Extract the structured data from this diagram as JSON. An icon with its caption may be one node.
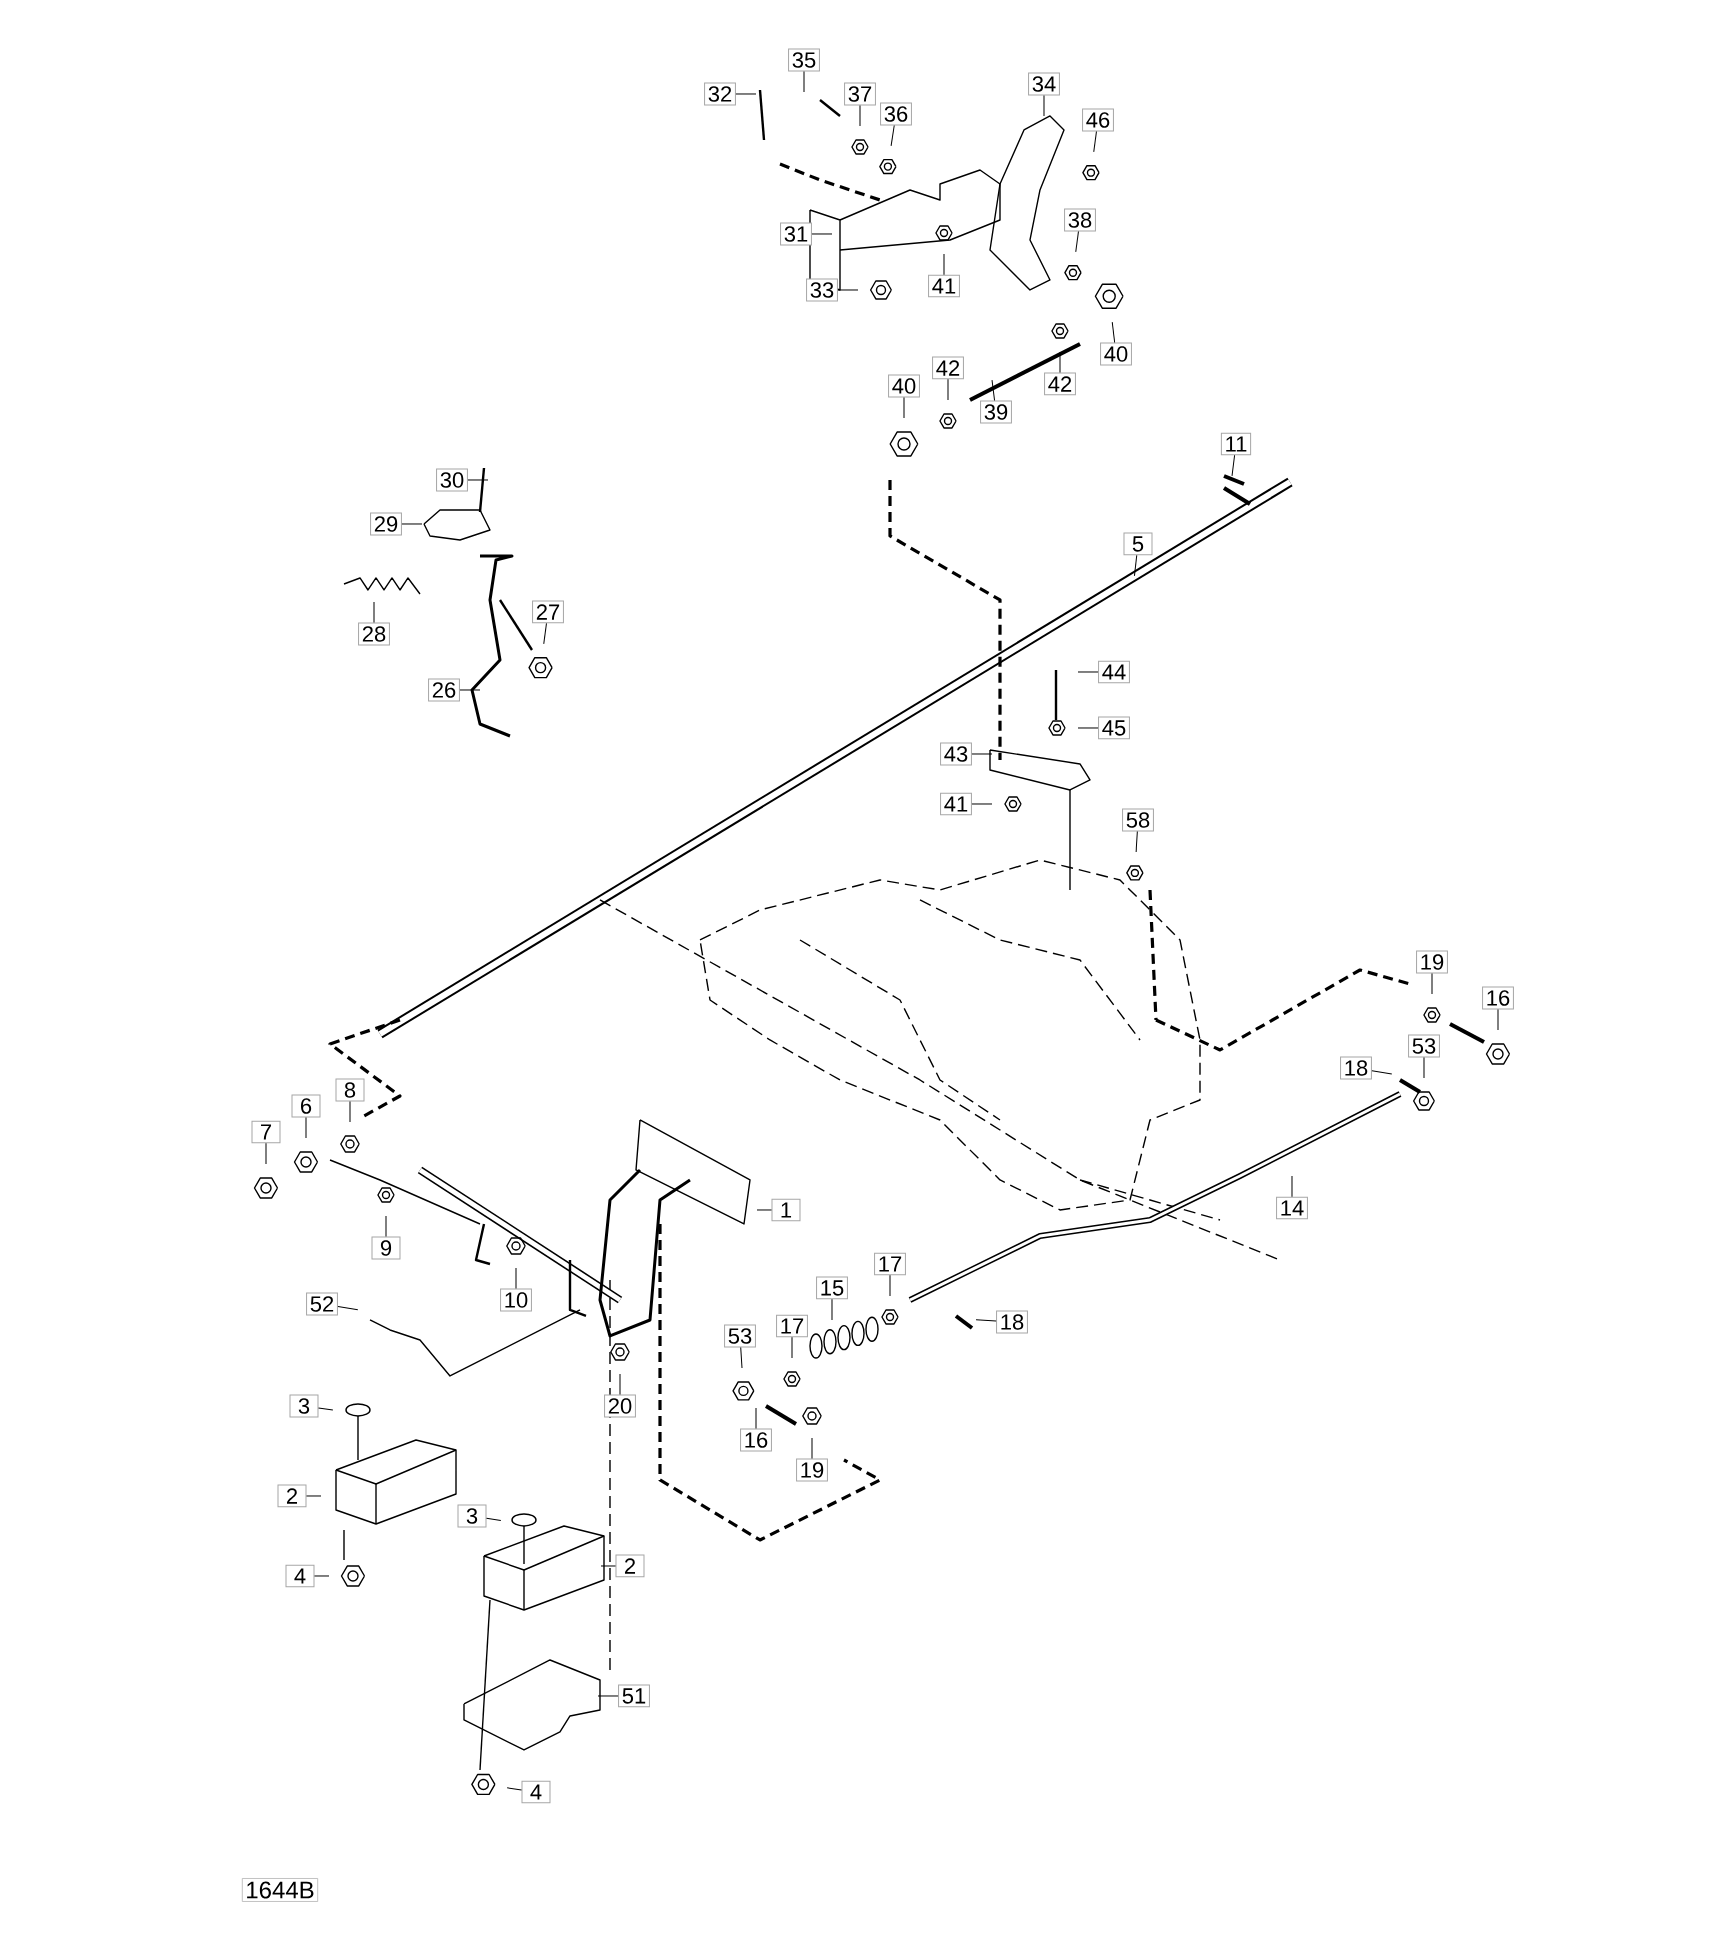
{
  "diagram": {
    "nodes": [
      {
        "text": [
          "32"
        ]
      },
      {
        "text": [
          "35"
        ]
      },
      {
        "text": [
          "37"
        ]
      },
      {
        "text": [
          "36"
        ]
      },
      {
        "text": [
          "34"
        ]
      },
      {
        "text": [
          "46"
        ]
      },
      {
        "text": [
          "38"
        ]
      },
      {
        "text": [
          "31"
        ]
      },
      {
        "text": [
          "33"
        ]
      },
      {
        "text": [
          "41"
        ]
      },
      {
        "text": [
          "40"
        ]
      },
      {
        "text": [
          "42"
        ]
      },
      {
        "text": [
          "39"
        ]
      },
      {
        "text": [
          "42"
        ]
      },
      {
        "text": [
          "40"
        ]
      },
      {
        "text": [
          "11"
        ]
      },
      {
        "text": [
          "30"
        ]
      },
      {
        "text": [
          "29"
        ]
      },
      {
        "text": [
          "5"
        ]
      },
      {
        "text": [
          "28"
        ]
      },
      {
        "text": [
          "27"
        ]
      },
      {
        "text": [
          "26"
        ]
      },
      {
        "text": [
          "44"
        ]
      },
      {
        "text": [
          "45"
        ]
      },
      {
        "text": [
          "43"
        ]
      },
      {
        "text": [
          "41"
        ]
      },
      {
        "text": [
          "58"
        ]
      },
      {
        "text": [
          "19"
        ]
      },
      {
        "text": [
          "16"
        ]
      },
      {
        "text": [
          "53"
        ]
      },
      {
        "text": [
          "18"
        ]
      },
      {
        "text": [
          "8"
        ]
      },
      {
        "text": [
          "6"
        ]
      },
      {
        "text": [
          "7"
        ]
      },
      {
        "text": [
          "1"
        ]
      },
      {
        "text": [
          "14"
        ]
      },
      {
        "text": [
          "9"
        ]
      },
      {
        "text": [
          "17"
        ]
      },
      {
        "text": [
          "15"
        ]
      },
      {
        "text": [
          "10"
        ]
      },
      {
        "text": [
          "52"
        ]
      },
      {
        "text": [
          "18"
        ]
      },
      {
        "text": [
          "17"
        ]
      },
      {
        "text": [
          "53"
        ]
      },
      {
        "text": [
          "20"
        ]
      },
      {
        "text": [
          "3"
        ]
      },
      {
        "text": [
          "16"
        ]
      },
      {
        "text": [
          "19"
        ]
      },
      {
        "text": [
          "2"
        ]
      },
      {
        "text": [
          "3"
        ]
      },
      {
        "text": [
          "2"
        ]
      },
      {
        "text": [
          "4"
        ]
      },
      {
        "text": [
          "51"
        ]
      },
      {
        "text": [
          "4"
        ]
      }
    ],
    "edges": [
      {
        "from": 0,
        "to": null,
        "arrow": "none"
      },
      {
        "from": 1,
        "to": null,
        "arrow": "none"
      },
      {
        "from": 2,
        "to": null,
        "arrow": "none"
      },
      {
        "from": 3,
        "to": null,
        "arrow": "none"
      },
      {
        "from": 4,
        "to": null,
        "arrow": "none"
      },
      {
        "from": 5,
        "to": null,
        "arrow": "none"
      },
      {
        "from": 6,
        "to": null,
        "arrow": "none"
      },
      {
        "from": 7,
        "to": null,
        "arrow": "none"
      },
      {
        "from": 8,
        "to": null,
        "arrow": "none"
      },
      {
        "from": 9,
        "to": null,
        "arrow": "none"
      },
      {
        "from": 10,
        "to": null,
        "arrow": "none"
      },
      {
        "from": 11,
        "to": null,
        "arrow": "none"
      },
      {
        "from": 12,
        "to": null,
        "arrow": "none"
      },
      {
        "from": 13,
        "to": null,
        "arrow": "none"
      },
      {
        "from": 14,
        "to": null,
        "arrow": "none"
      },
      {
        "from": 15,
        "to": null,
        "arrow": "none"
      },
      {
        "from": 16,
        "to": null,
        "arrow": "none"
      },
      {
        "from": 17,
        "to": null,
        "arrow": "none"
      },
      {
        "from": 18,
        "to": null,
        "arrow": "none"
      },
      {
        "from": 19,
        "to": null,
        "arrow": "none"
      },
      {
        "from": 20,
        "to": null,
        "arrow": "none"
      },
      {
        "from": 21,
        "to": null,
        "arrow": "none"
      },
      {
        "from": 22,
        "to": null,
        "arrow": "none"
      },
      {
        "from": 23,
        "to": null,
        "arrow": "none"
      },
      {
        "from": 24,
        "to": null,
        "arrow": "none"
      },
      {
        "from": 25,
        "to": null,
        "arrow": "none"
      },
      {
        "from": 26,
        "to": null,
        "arrow": "none"
      },
      {
        "from": 27,
        "to": null,
        "arrow": "none"
      },
      {
        "from": 28,
        "to": null,
        "arrow": "none"
      },
      {
        "from": 29,
        "to": null,
        "arrow": "none"
      },
      {
        "from": 30,
        "to": null,
        "arrow": "none"
      },
      {
        "from": 31,
        "to": null,
        "arrow": "none"
      },
      {
        "from": 32,
        "to": null,
        "arrow": "none"
      },
      {
        "from": 33,
        "to": null,
        "arrow": "none"
      },
      {
        "from": 34,
        "to": null,
        "arrow": "none"
      },
      {
        "from": 35,
        "to": null,
        "arrow": "none"
      },
      {
        "from": 36,
        "to": null,
        "arrow": "none"
      },
      {
        "from": 37,
        "to": null,
        "arrow": "none"
      },
      {
        "from": 38,
        "to": null,
        "arrow": "none"
      },
      {
        "from": 39,
        "to": null,
        "arrow": "none"
      },
      {
        "from": 40,
        "to": null,
        "arrow": "none"
      },
      {
        "from": 41,
        "to": null,
        "arrow": "none"
      },
      {
        "from": 42,
        "to": null,
        "arrow": "none"
      },
      {
        "from": 43,
        "to": null,
        "arrow": "none"
      },
      {
        "from": 44,
        "to": null,
        "arrow": "none"
      },
      {
        "from": 45,
        "to": null,
        "arrow": "none"
      },
      {
        "from": 46,
        "to": null,
        "arrow": "none"
      },
      {
        "from": 47,
        "to": null,
        "arrow": "none"
      },
      {
        "from": 48,
        "to": null,
        "arrow": "none"
      },
      {
        "from": 49,
        "to": null,
        "arrow": "none"
      },
      {
        "from": 50,
        "to": null,
        "arrow": "none"
      },
      {
        "from": 51,
        "to": null,
        "arrow": "none"
      },
      {
        "from": 52,
        "to": null,
        "arrow": "none"
      },
      {
        "from": 53,
        "to": null,
        "arrow": "none"
      }
    ],
    "labels": [
      "1644B"
    ]
  }
}
